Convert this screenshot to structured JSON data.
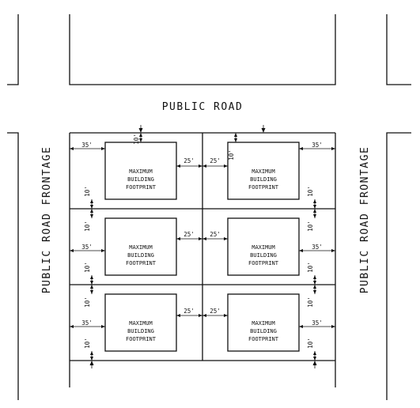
{
  "labels": {
    "public_road": "PUBLIC ROAD",
    "frontage_left": "PUBLIC ROAD FRONTAGE",
    "frontage_right": "PUBLIC ROAD FRONTAGE"
  },
  "footprint": {
    "line1": "MAXIMUM",
    "line2": "BUILDING",
    "line3": "FOOTPRINT"
  },
  "dimensions": {
    "setback_35": "35'",
    "gap_25": "25'",
    "setback_10": "10'"
  }
}
